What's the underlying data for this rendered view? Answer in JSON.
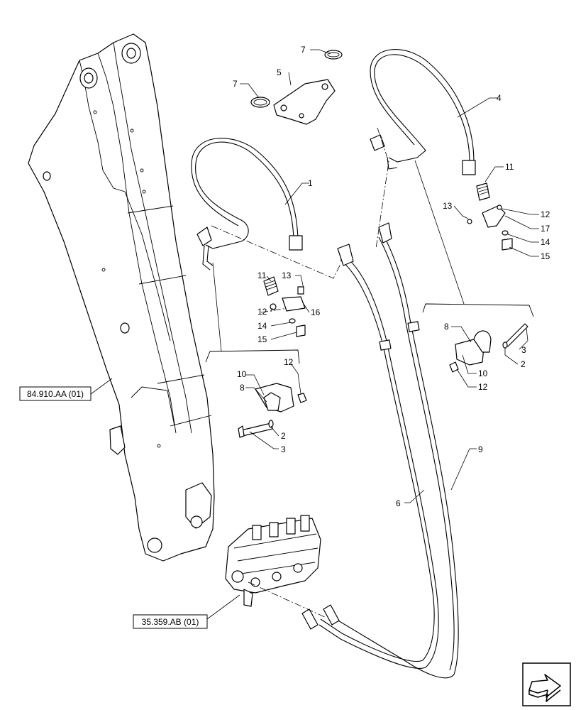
{
  "diagram": {
    "callouts": {
      "c1": "1",
      "c2a": "2",
      "c2b": "2",
      "c3a": "3",
      "c3b": "3",
      "c4": "4",
      "c5": "5",
      "c6": "6",
      "c7a": "7",
      "c7b": "7",
      "c8a": "8",
      "c8b": "8",
      "c9": "9",
      "c10a": "10",
      "c10b": "10",
      "c11a": "11",
      "c11b": "11",
      "c12a": "12",
      "c12b": "12",
      "c12c": "12",
      "c12d": "12",
      "c13a": "13",
      "c13b": "13",
      "c14a": "14",
      "c14b": "14",
      "c15a": "15",
      "c15b": "15",
      "c16": "16",
      "c17": "17"
    },
    "refs": {
      "boom": "84.910.AA (01)",
      "valve": "35.359.AB (01)"
    },
    "nav_icon": "next-page-arrow-icon"
  }
}
